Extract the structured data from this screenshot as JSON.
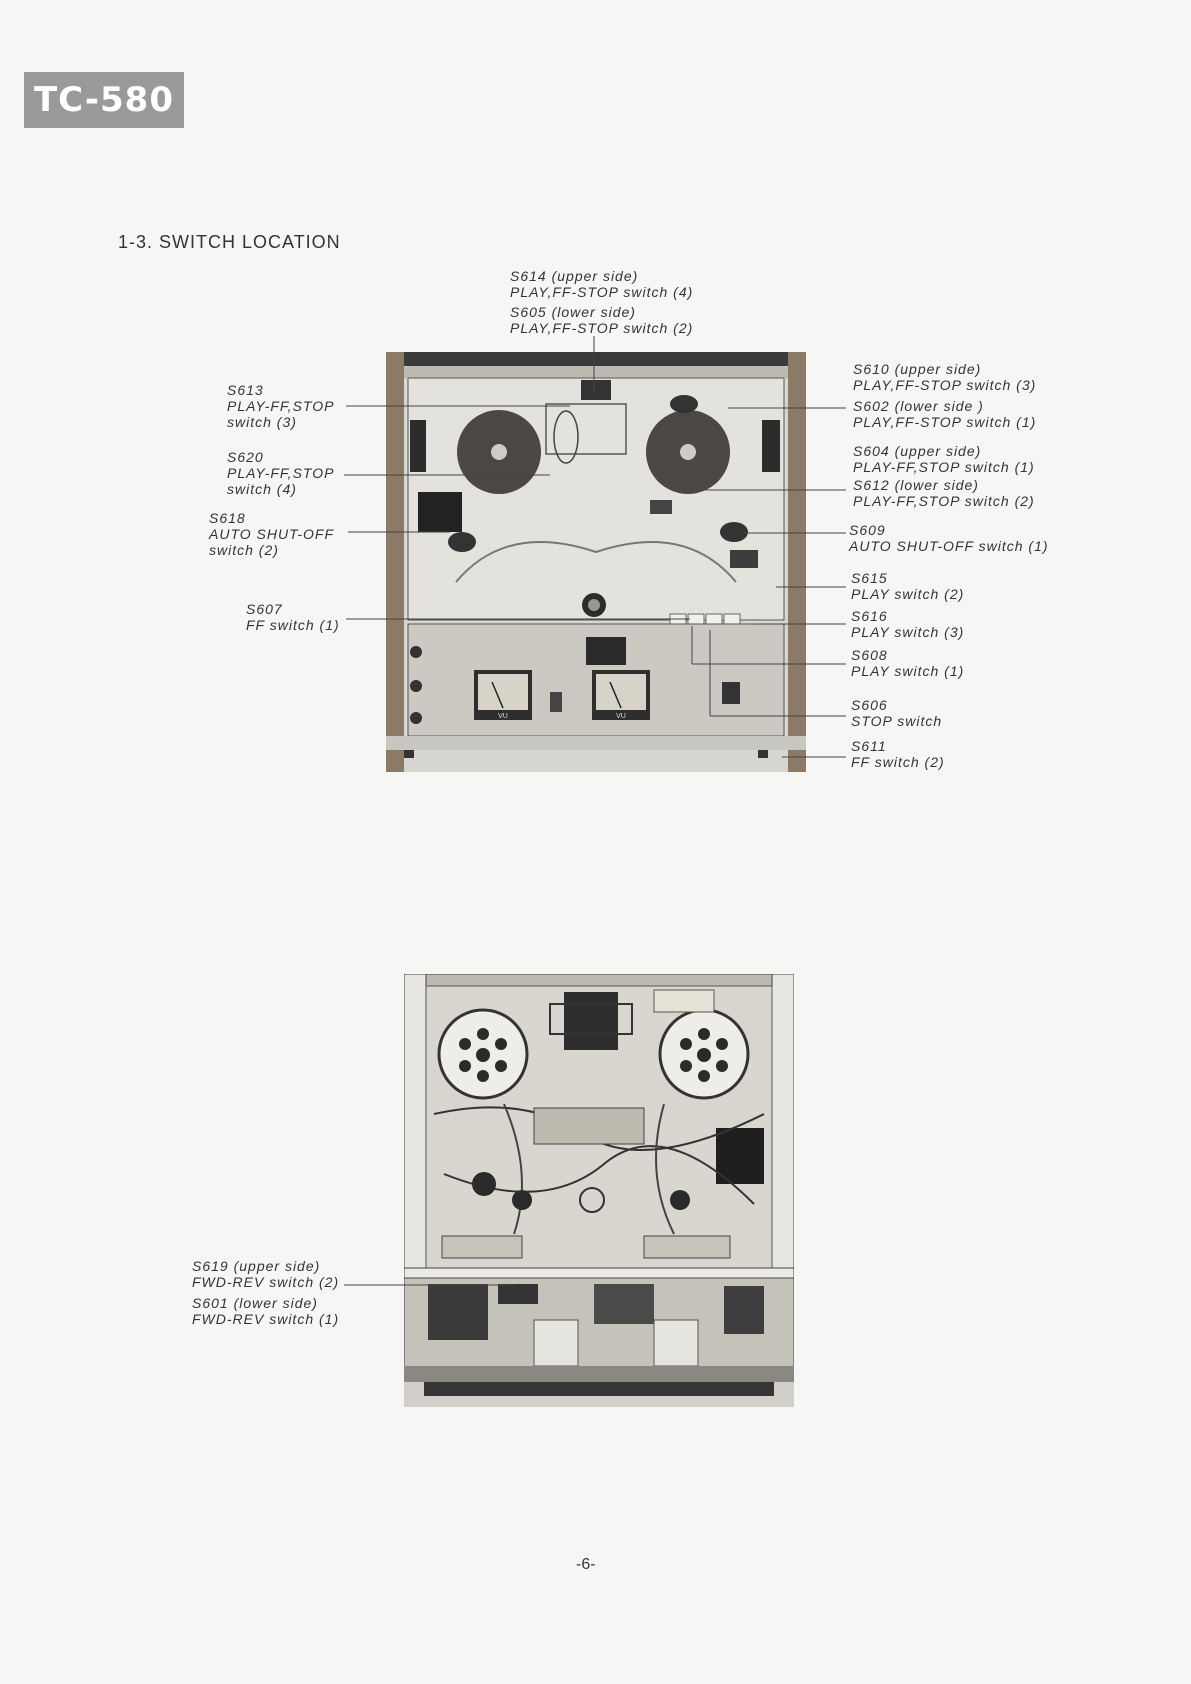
{
  "header": {
    "model": "TC-580"
  },
  "section": {
    "title": "1-3.  SWITCH LOCATION"
  },
  "top_labels": [
    {
      "id": "s614",
      "lines": [
        "S614 (upper side)",
        "PLAY,FF-STOP switch (4)"
      ]
    },
    {
      "id": "s605",
      "lines": [
        "S605 (lower side)",
        "PLAY,FF-STOP switch (2)"
      ]
    },
    {
      "id": "s613",
      "lines": [
        "S613",
        "PLAY-FF,STOP",
        "switch (3)"
      ]
    },
    {
      "id": "s620",
      "lines": [
        "S620",
        "PLAY-FF,STOP",
        "switch (4)"
      ]
    },
    {
      "id": "s618",
      "lines": [
        "S618",
        "AUTO SHUT-OFF",
        "switch (2)"
      ]
    },
    {
      "id": "s607",
      "lines": [
        "S607",
        "FF switch (1)"
      ]
    },
    {
      "id": "s610",
      "lines": [
        "S610 (upper side)",
        "PLAY,FF-STOP switch (3)"
      ]
    },
    {
      "id": "s602",
      "lines": [
        "S602 (lower side )",
        "PLAY,FF-STOP switch (1)"
      ]
    },
    {
      "id": "s604",
      "lines": [
        "S604 (upper side)",
        "PLAY-FF,STOP switch (1)"
      ]
    },
    {
      "id": "s612",
      "lines": [
        "S612 (lower side)",
        "PLAY-FF,STOP switch (2)"
      ]
    },
    {
      "id": "s609",
      "lines": [
        "S609",
        "AUTO  SHUT-OFF switch (1)"
      ]
    },
    {
      "id": "s615",
      "lines": [
        "S615",
        "PLAY switch (2)"
      ]
    },
    {
      "id": "s616",
      "lines": [
        "S616",
        "PLAY switch (3)"
      ]
    },
    {
      "id": "s608",
      "lines": [
        "S608",
        "PLAY switch (1)"
      ]
    },
    {
      "id": "s606",
      "lines": [
        "S606",
        "STOP switch"
      ]
    },
    {
      "id": "s611",
      "lines": [
        "S611",
        "FF switch (2)"
      ]
    }
  ],
  "bottom_labels": [
    {
      "id": "s619",
      "lines": [
        "S619 (upper side)",
        "FWD-REV switch (2)"
      ]
    },
    {
      "id": "s601",
      "lines": [
        "S601 (lower side)",
        "FWD-REV switch (1)"
      ]
    }
  ],
  "meters": {
    "left_label": "VU",
    "right_label": "VU"
  },
  "footer": {
    "page_number": "-6-"
  }
}
